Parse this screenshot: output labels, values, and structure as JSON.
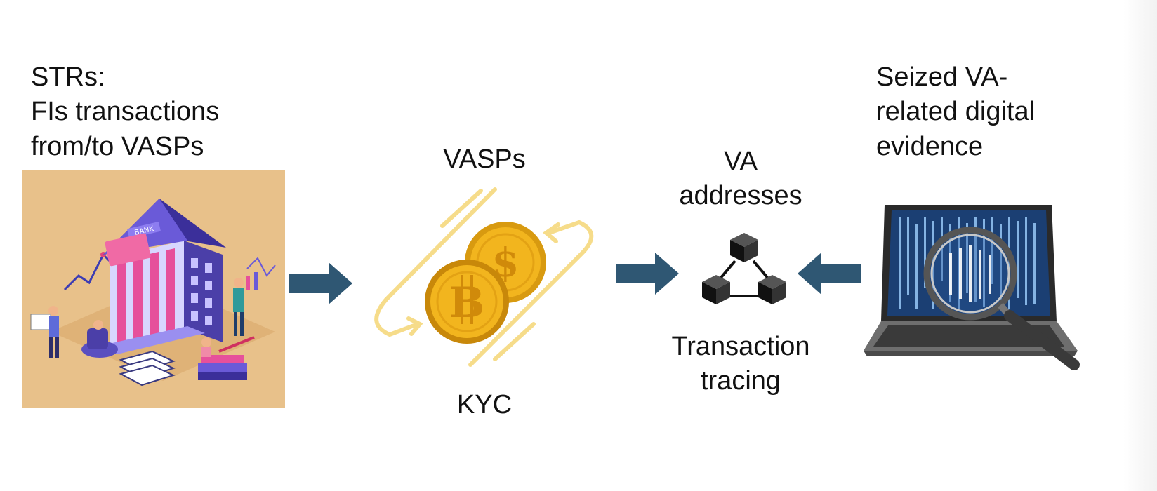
{
  "diagram": {
    "str_label": {
      "lines": [
        "STRs:",
        "FIs transactions",
        "from/to VASPs"
      ]
    },
    "vasps_label": "VASPs",
    "kyc_label": "KYC",
    "va_label": {
      "lines": [
        "VA",
        "addresses"
      ]
    },
    "tracing_label": {
      "lines": [
        "Transaction",
        "tracing"
      ]
    },
    "seized_label": {
      "lines": [
        "Seized VA-",
        "related digital",
        "evidence"
      ]
    },
    "bank_sign": "BANK",
    "coin_symbols": {
      "back": "$",
      "front": "B"
    },
    "colors": {
      "arrow": "#2f5773",
      "bank_bg": "#e8c18a",
      "coin": "#f2b51e",
      "coin_loop": "#f6dc8a",
      "screen": "#1b3f73"
    }
  }
}
